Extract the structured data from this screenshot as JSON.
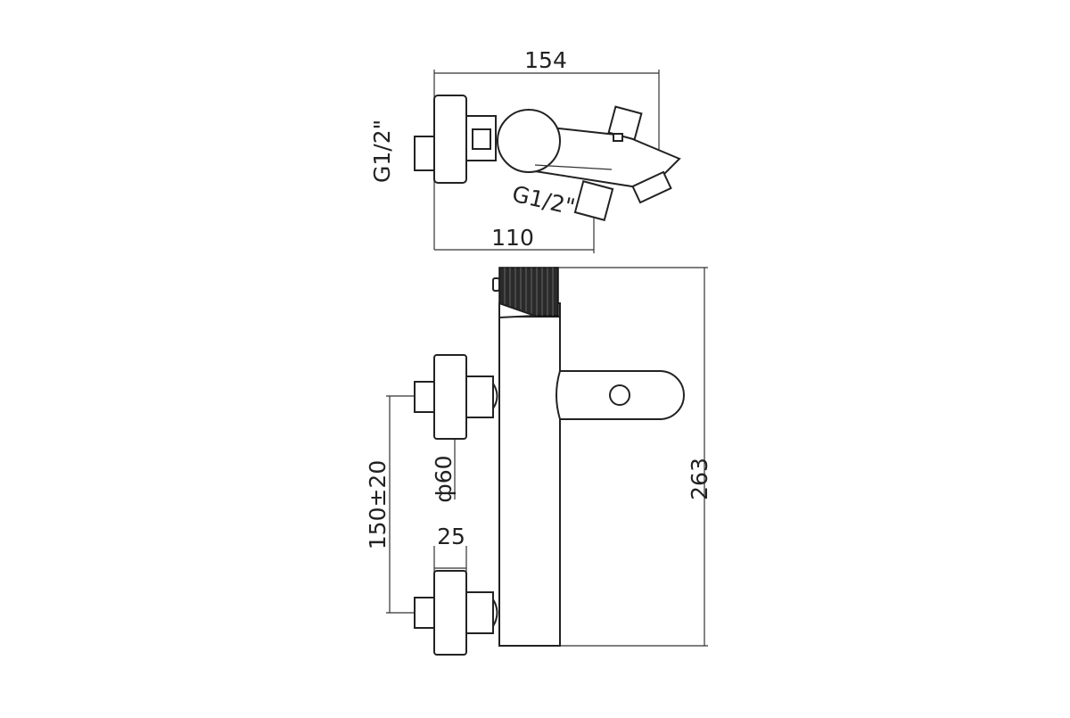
{
  "drawing": {
    "top_view": {
      "width_total": "154",
      "depth": "110",
      "inlet_thread_left": "G1/2\"",
      "outlet_thread": "G1/2\""
    },
    "front_view": {
      "height_total": "263",
      "centres": "150±20",
      "flange_diameter": "ф60",
      "flange_depth": "25"
    }
  }
}
